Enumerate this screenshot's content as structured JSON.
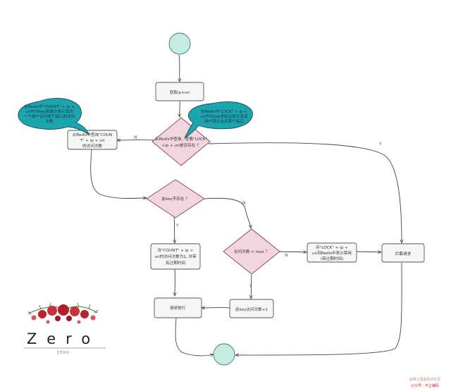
{
  "diagram": {
    "nodes": {
      "start": {
        "shape": "circle",
        "fill": "#c5ebe3"
      },
      "get_ip_uri": {
        "label": [
          "获取ip+uri"
        ]
      },
      "check_lock": {
        "label": [
          "从Redis中查询，查看\"LOCK\"",
          "+ip + uri是否存在 ？"
        ]
      },
      "query_count": {
        "label": [
          "从Redis中查询\"COUN",
          "T\" + ip + uri",
          "的访问次数"
        ]
      },
      "key_missing": {
        "label": [
          "此key不存在 ？"
        ]
      },
      "store_count": {
        "label": [
          "存\"COUNT\" + ip +",
          "uri的访问次数为1, 并带",
          "有过期时间"
        ]
      },
      "compare_max": {
        "label": [
          "访问次数 < max ？"
        ]
      },
      "store_lock": {
        "label": [
          "存\"LOCK\" + ip +",
          "uri到Redis中表示禁用",
          "(带过期时间)"
        ]
      },
      "reject": {
        "label": [
          "拦截请求"
        ]
      },
      "allow": {
        "label": [
          "请求放行"
        ]
      },
      "increment": {
        "label": [
          "此key访问次数+1"
        ]
      },
      "end": {
        "shape": "circle",
        "fill": "#c5ebe3"
      }
    },
    "edge_labels": {
      "lock_no": "N",
      "lock_yes": "Y",
      "missing_yes": "Y",
      "missing_no": "N",
      "max_yes": "Y",
      "max_no": "N"
    },
    "callouts": {
      "count_note": [
        "在Redis中\"COUNT\" + ip +",
        "uri作为key来统计表示其同",
        "一个用户访问某个接口的访问",
        "次数"
      ],
      "lock_note": [
        "在Redis中\"LOCK\" + ip +",
        "uri作为key来标记表示其该",
        "用户禁止访问某个接口"
      ]
    },
    "logo": {
      "text": "Zero",
      "subtext": "ZERO"
    },
    "watermark": {
      "line1": "@稀土掘金技术社区",
      "line2": "公众号：不止编码"
    },
    "colors": {
      "decision_fill": "#f3d5df",
      "decision_stroke": "#7a4a56",
      "process_fill": "#f6f6f6",
      "circle_fill": "#c5ebe3",
      "callout_fill": "#1ba5ad",
      "line": "#444444",
      "watermark": "#d0262a"
    }
  }
}
